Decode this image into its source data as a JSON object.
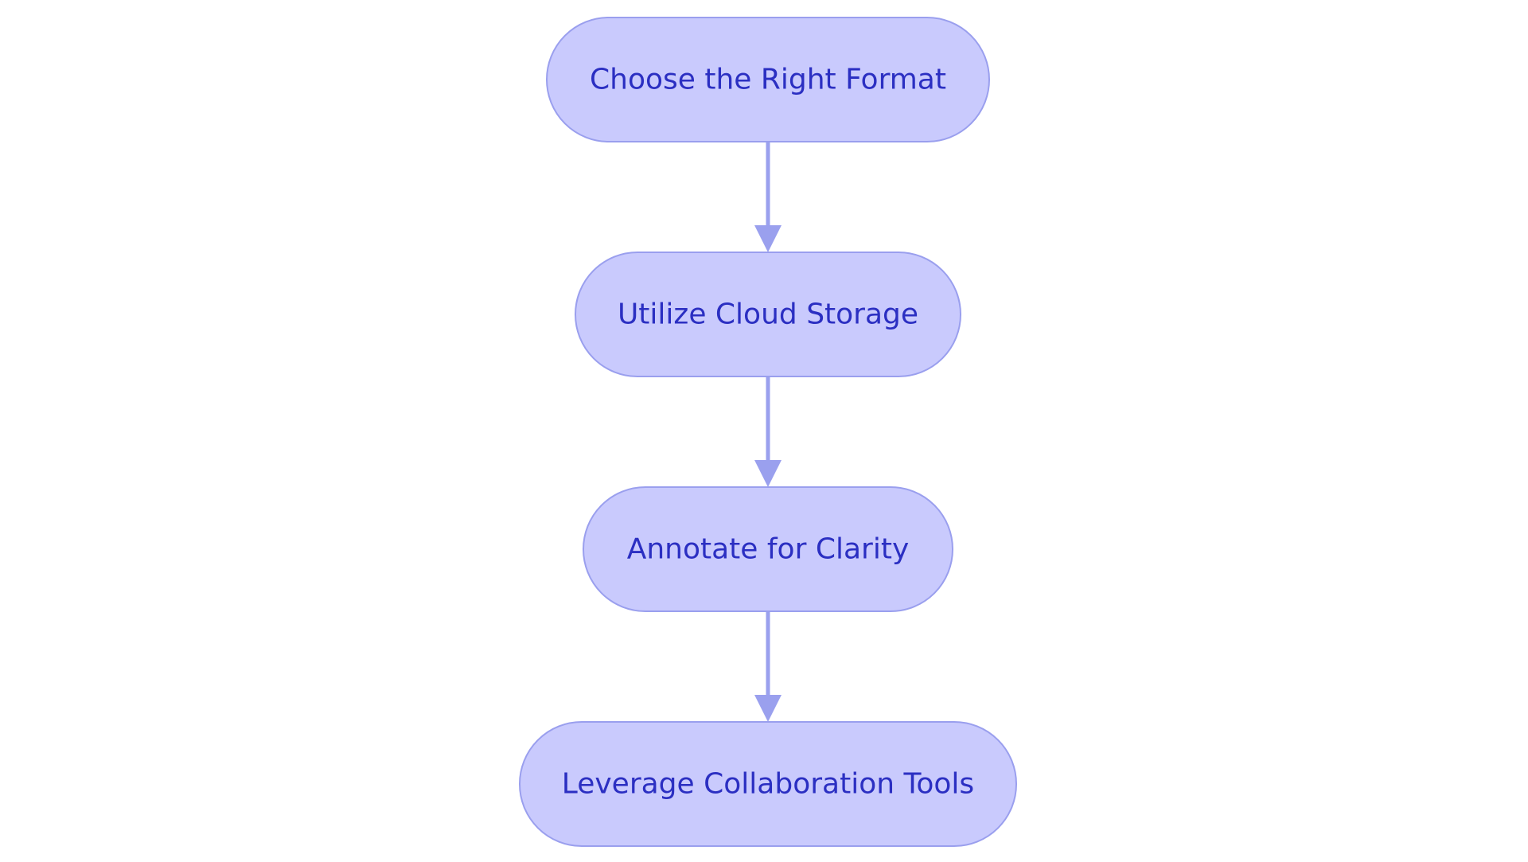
{
  "flowchart": {
    "direction": "top-to-bottom",
    "colors": {
      "node_fill": "#C9CAFD",
      "node_stroke": "#9A9FEE",
      "edge": "#9AA0EE",
      "text": "#2B2FC2",
      "background": "#FFFFFF"
    },
    "nodes": [
      {
        "id": "n1",
        "label": "Choose the Right Format",
        "shape": "stadium"
      },
      {
        "id": "n2",
        "label": "Utilize Cloud Storage",
        "shape": "stadium"
      },
      {
        "id": "n3",
        "label": "Annotate for Clarity",
        "shape": "stadium"
      },
      {
        "id": "n4",
        "label": "Leverage Collaboration Tools",
        "shape": "stadium"
      }
    ],
    "edges": [
      {
        "from": "n1",
        "to": "n2"
      },
      {
        "from": "n2",
        "to": "n3"
      },
      {
        "from": "n3",
        "to": "n4"
      }
    ]
  }
}
